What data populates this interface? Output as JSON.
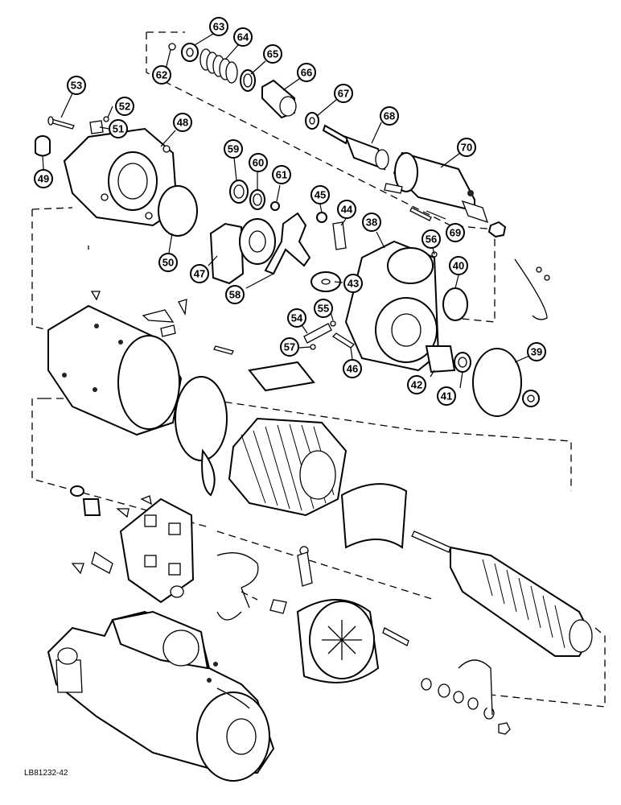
{
  "figure_code": "LB81232-42",
  "callouts": [
    "62",
    "63",
    "64",
    "65",
    "66",
    "67",
    "68",
    "70",
    "53",
    "52",
    "51",
    "48",
    "49",
    "59",
    "60",
    "61",
    "45",
    "44",
    "38",
    "56",
    "69",
    "50",
    "47",
    "58",
    "43",
    "40",
    "54",
    "55",
    "57",
    "46",
    "42",
    "41",
    "39"
  ]
}
